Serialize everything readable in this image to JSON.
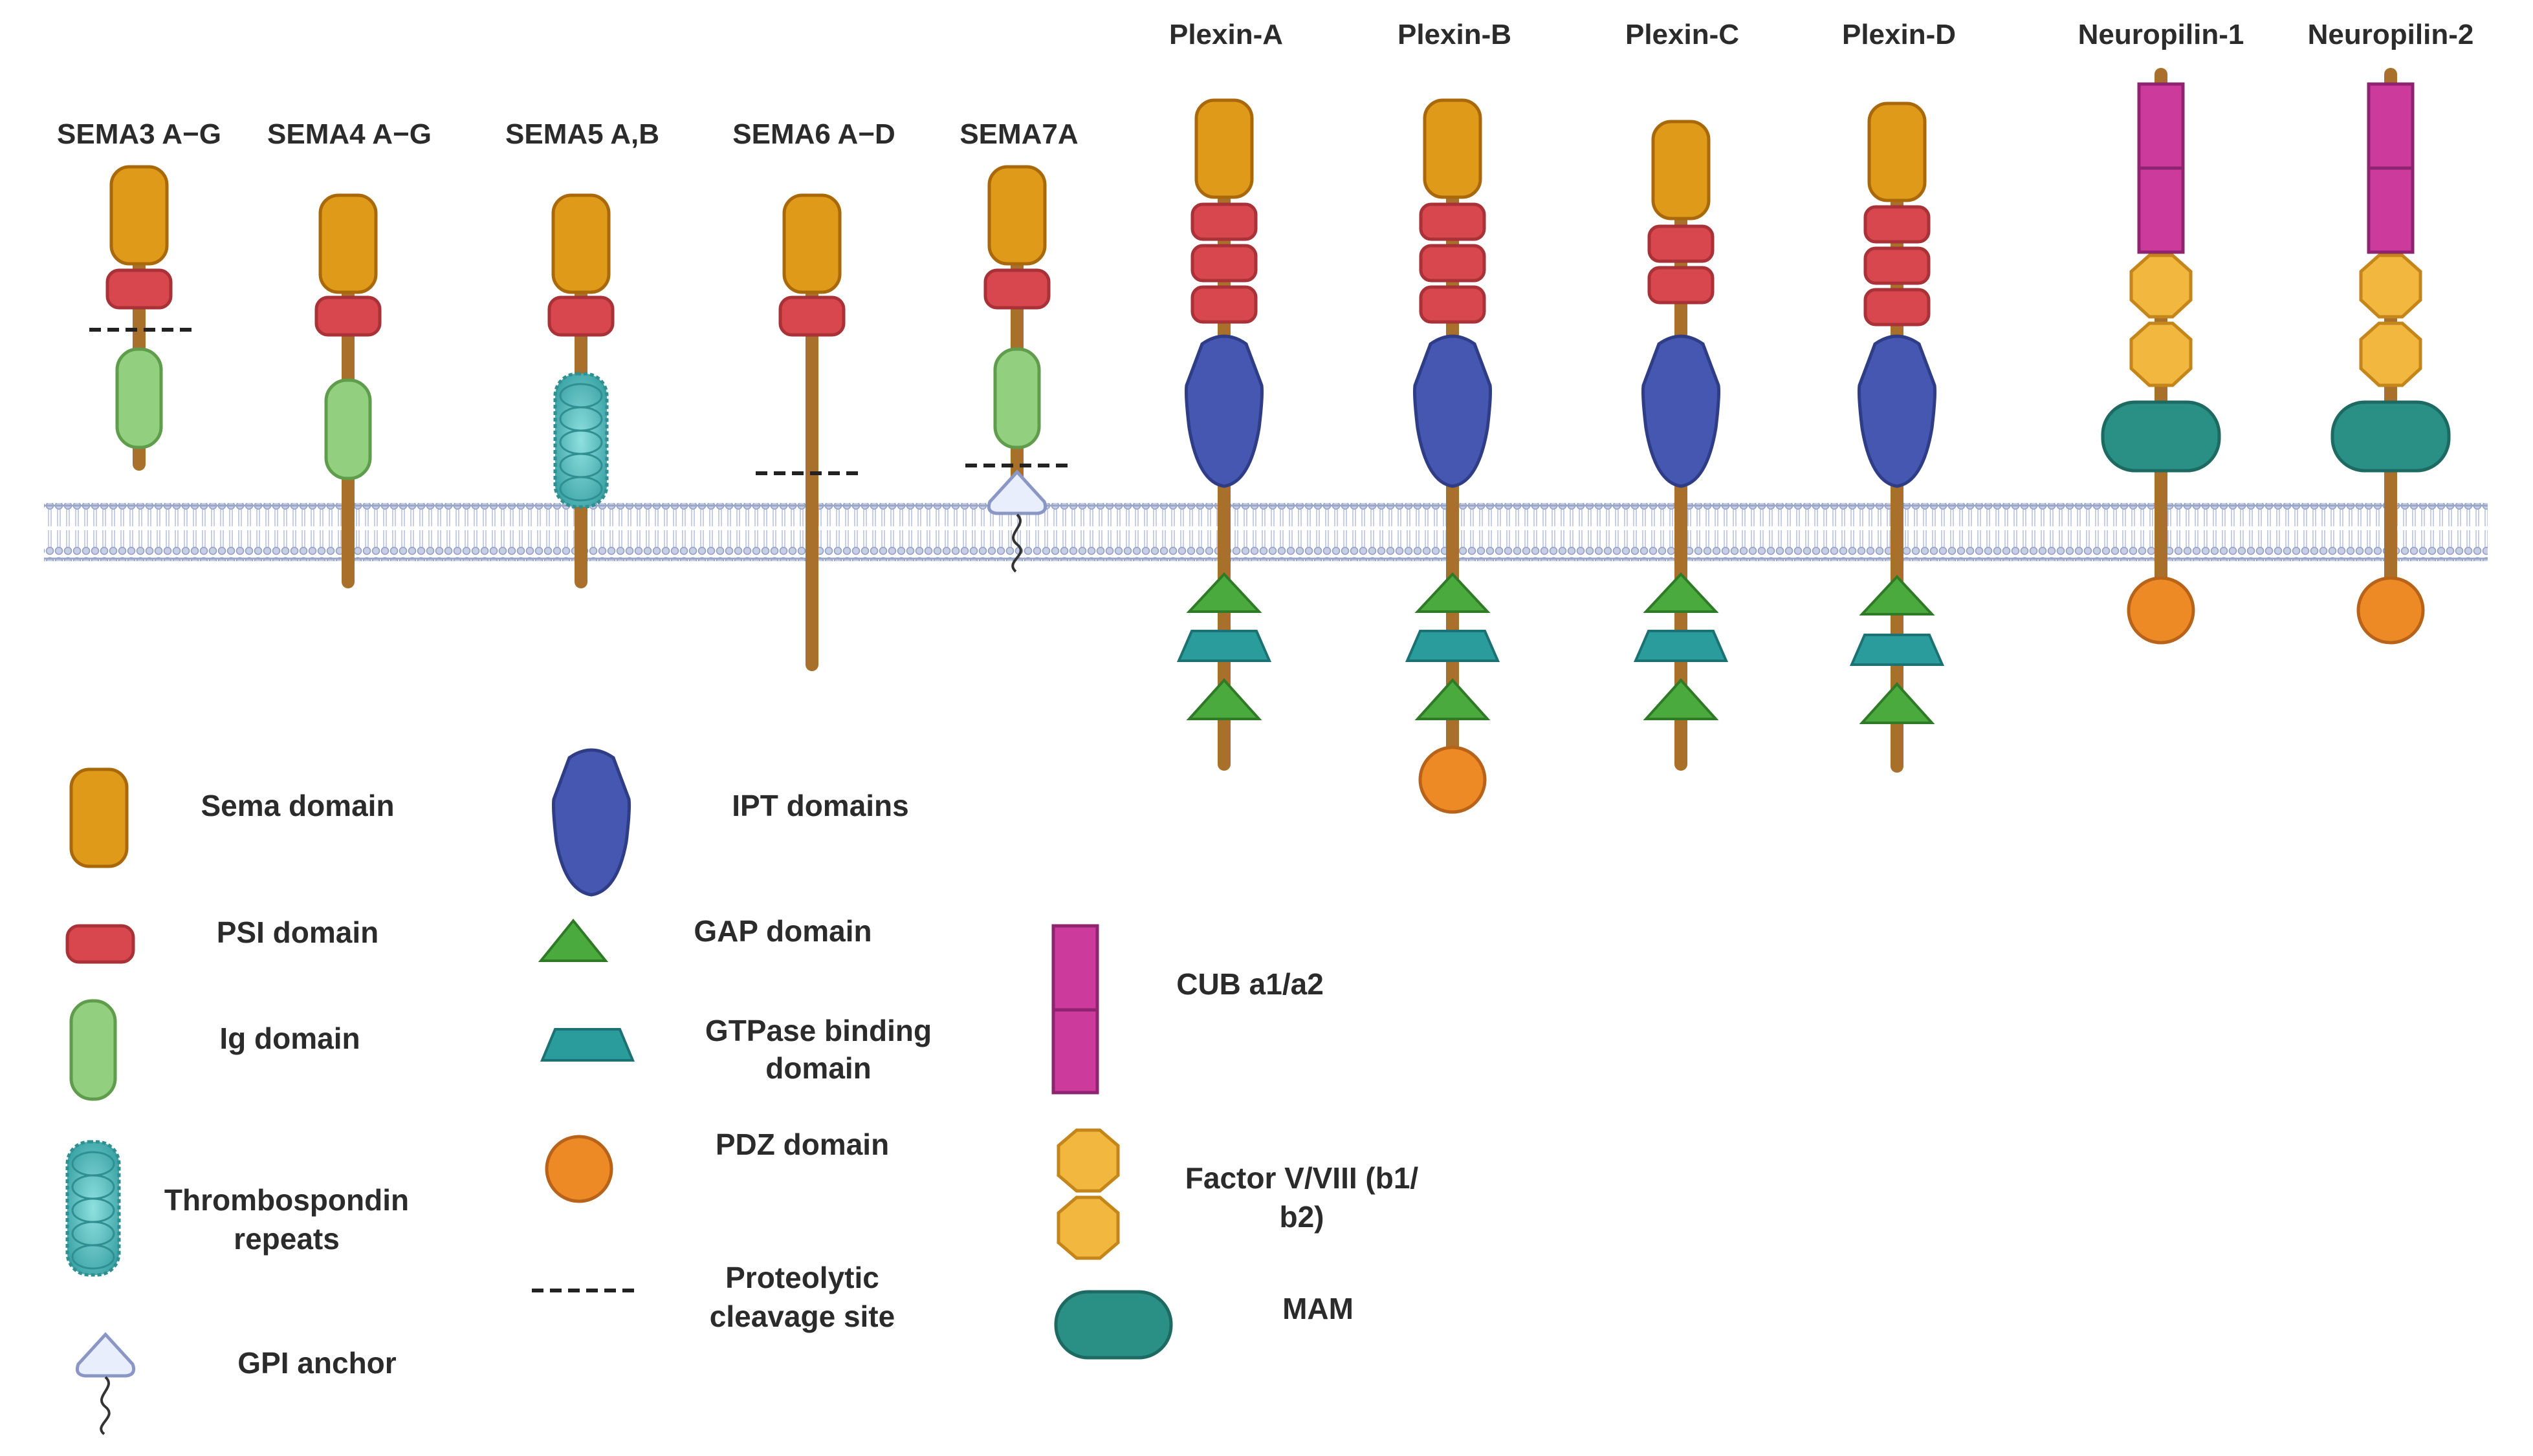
{
  "colors": {
    "sema": "#e09a1a",
    "psi": "#d9474e",
    "ig": "#92cf7f",
    "thrombospondin": "#4fb7b8",
    "gpi": "#e9eefc",
    "ipt": "#4557b0",
    "gap": "#4aaa3d",
    "gtpase": "#2a9c9b",
    "pdz": "#ee8a25",
    "cub": "#cc3a9c",
    "factor": "#f2b73e",
    "mam": "#2a8f84",
    "stalk": "#a8702a",
    "membrane": "#9aa6c8",
    "cleavage": "#222222"
  },
  "proteins": [
    {
      "label": "SEMA3 A−G"
    },
    {
      "label": "SEMA4 A−G"
    },
    {
      "label": "SEMA5 A,B"
    },
    {
      "label": "SEMA6 A−D"
    },
    {
      "label": "SEMA7A"
    },
    {
      "label": "Plexin-A"
    },
    {
      "label": "Plexin-B"
    },
    {
      "label": "Plexin-C"
    },
    {
      "label": "Plexin-D"
    },
    {
      "label": "Neuropilin-1"
    },
    {
      "label": "Neuropilin-2"
    }
  ],
  "legend": {
    "sema": "Sema domain",
    "psi": "PSI domain",
    "ig": "Ig domain",
    "thrombospondin": [
      "Thrombospondin",
      "repeats"
    ],
    "gpi": "GPI anchor",
    "ipt": "IPT domains",
    "gap": "GAP domain",
    "gtpase": [
      "GTPase binding",
      "domain"
    ],
    "pdz": "PDZ domain",
    "cleavage": [
      "Proteolytic",
      "cleavage site"
    ],
    "cub": "CUB a1/a2",
    "factor": [
      "Factor V/VIII (b1/",
      "b2)"
    ],
    "mam": "MAM"
  }
}
